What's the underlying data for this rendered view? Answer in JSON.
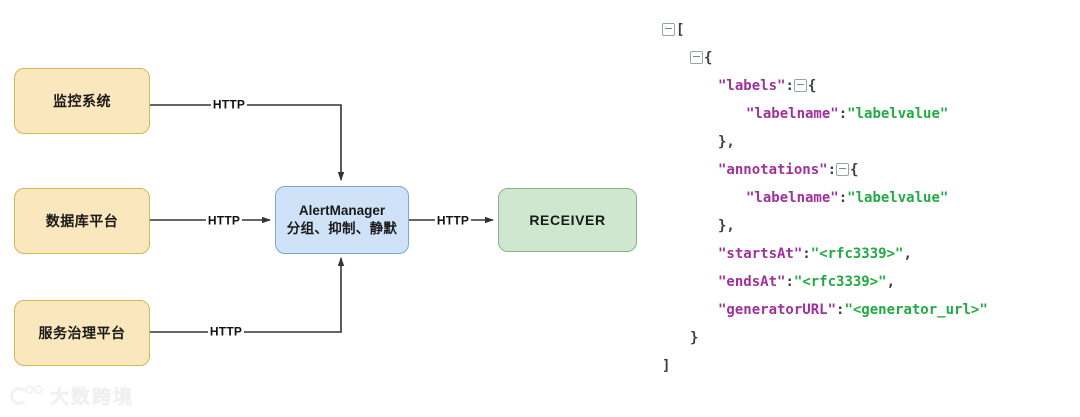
{
  "diagram": {
    "nodes": [
      {
        "id": "monitoring",
        "label": "监控系统",
        "label2": "",
        "kind": "source"
      },
      {
        "id": "database",
        "label": "数据库平台",
        "label2": "",
        "kind": "source"
      },
      {
        "id": "service-gov",
        "label": "服务治理平台",
        "label2": "",
        "kind": "source"
      },
      {
        "id": "alertmanager",
        "label": "AlertManager",
        "label2": "分组、抑制、静默",
        "kind": "alertmanager"
      },
      {
        "id": "receiver",
        "label": "RECEIVER",
        "label2": "",
        "kind": "receiver"
      }
    ],
    "edges": [
      {
        "from": "monitoring",
        "to": "alertmanager",
        "label": "HTTP"
      },
      {
        "from": "database",
        "to": "alertmanager",
        "label": "HTTP"
      },
      {
        "from": "service-gov",
        "to": "alertmanager",
        "label": "HTTP"
      },
      {
        "from": "alertmanager",
        "to": "receiver",
        "label": "HTTP"
      }
    ],
    "colors": {
      "source_fill": "#fbe7bd",
      "source_stroke": "#d6b656",
      "alertmanager_fill": "#cfe2f7",
      "alertmanager_stroke": "#7aa8d6",
      "receiver_fill": "#cfe6cf",
      "receiver_stroke": "#87b387",
      "edge_stroke": "#333333"
    }
  },
  "json_viewer": {
    "colors": {
      "key": "#a0309a",
      "string": "#22aa44",
      "punctuation": "#3d3d3d",
      "fold_icon": "#98a2ab"
    },
    "lines": [
      {
        "indent": 0,
        "fold": true,
        "tokens": [
          {
            "t": "punct",
            "v": "["
          }
        ]
      },
      {
        "indent": 1,
        "fold": true,
        "tokens": [
          {
            "t": "punct",
            "v": "{"
          }
        ]
      },
      {
        "indent": 2,
        "fold": false,
        "tokens": [
          {
            "t": "key",
            "v": "\"labels\""
          },
          {
            "t": "punct",
            "v": ":"
          },
          {
            "t": "foldinline",
            "v": ""
          },
          {
            "t": "punct",
            "v": "{"
          }
        ]
      },
      {
        "indent": 3,
        "fold": false,
        "tokens": [
          {
            "t": "key",
            "v": "\"labelname\""
          },
          {
            "t": "punct",
            "v": ":"
          },
          {
            "t": "str",
            "v": "\"labelvalue\""
          }
        ]
      },
      {
        "indent": 2,
        "fold": false,
        "tokens": [
          {
            "t": "punct",
            "v": "},"
          }
        ]
      },
      {
        "indent": 2,
        "fold": false,
        "tokens": [
          {
            "t": "key",
            "v": "\"annotations\""
          },
          {
            "t": "punct",
            "v": ":"
          },
          {
            "t": "foldinline",
            "v": ""
          },
          {
            "t": "punct",
            "v": "{"
          }
        ]
      },
      {
        "indent": 3,
        "fold": false,
        "tokens": [
          {
            "t": "key",
            "v": "\"labelname\""
          },
          {
            "t": "punct",
            "v": ":"
          },
          {
            "t": "str",
            "v": "\"labelvalue\""
          }
        ]
      },
      {
        "indent": 2,
        "fold": false,
        "tokens": [
          {
            "t": "punct",
            "v": "},"
          }
        ]
      },
      {
        "indent": 2,
        "fold": false,
        "tokens": [
          {
            "t": "key",
            "v": "\"startsAt\""
          },
          {
            "t": "punct",
            "v": ":"
          },
          {
            "t": "str",
            "v": "\"<rfc3339>\""
          },
          {
            "t": "punct",
            "v": ","
          }
        ]
      },
      {
        "indent": 2,
        "fold": false,
        "tokens": [
          {
            "t": "key",
            "v": "\"endsAt\""
          },
          {
            "t": "punct",
            "v": ":"
          },
          {
            "t": "str",
            "v": "\"<rfc3339>\""
          },
          {
            "t": "punct",
            "v": ","
          }
        ]
      },
      {
        "indent": 2,
        "fold": false,
        "tokens": [
          {
            "t": "key",
            "v": "\"generatorURL\""
          },
          {
            "t": "punct",
            "v": ":"
          },
          {
            "t": "str",
            "v": "\"<generator_url>\""
          }
        ]
      },
      {
        "indent": 1,
        "fold": false,
        "tokens": [
          {
            "t": "punct",
            "v": "}"
          }
        ]
      },
      {
        "indent": 0,
        "fold": false,
        "tokens": [
          {
            "t": "punct",
            "v": "]"
          }
        ]
      }
    ]
  },
  "watermark": {
    "text": "大数跨境"
  }
}
